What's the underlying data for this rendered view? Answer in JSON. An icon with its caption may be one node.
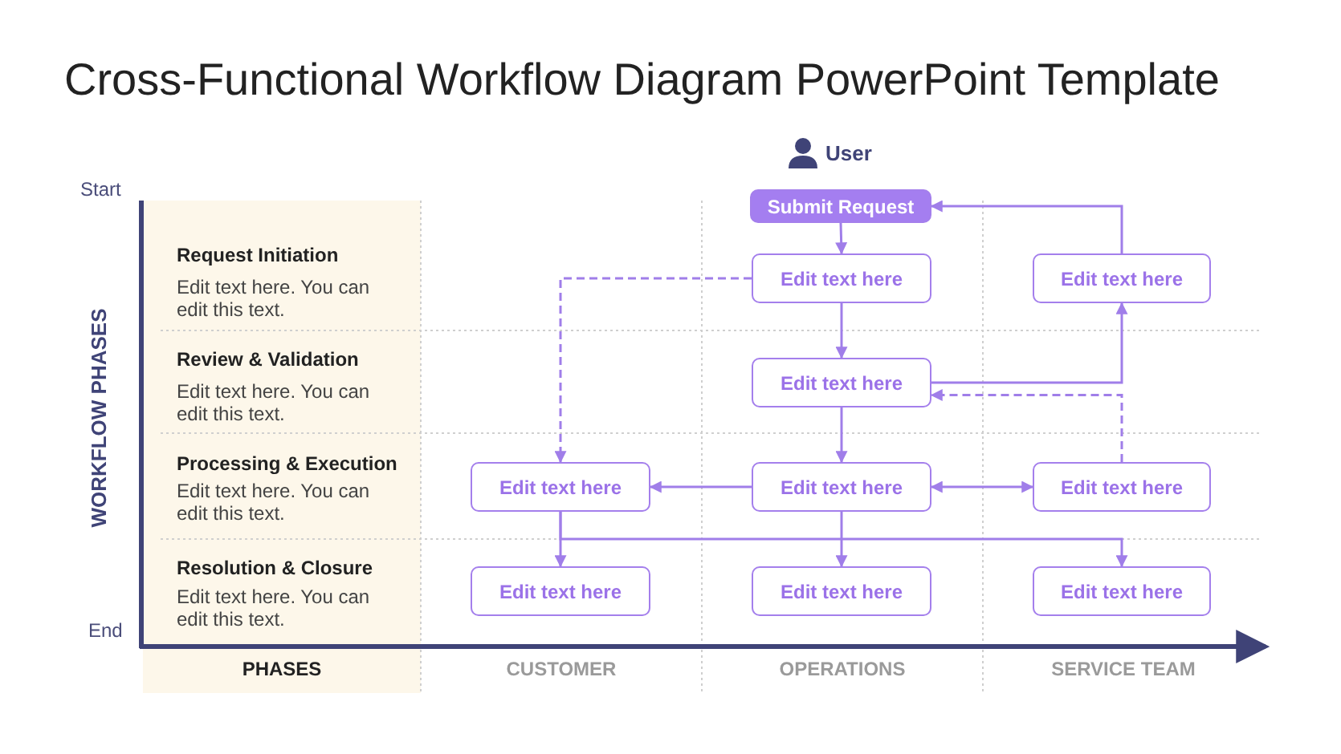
{
  "diagram": {
    "title": "Cross-Functional Workflow Diagram PowerPoint Template",
    "nodes": [
      {
        "text": [
          "Submit Request"
        ]
      },
      {
        "text": [
          "Edit text here"
        ]
      },
      {
        "text": [
          "Edit text here"
        ]
      },
      {
        "text": [
          "Edit text here"
        ]
      },
      {
        "text": [
          "Edit text here"
        ]
      },
      {
        "text": [
          "Edit text here"
        ]
      },
      {
        "text": [
          "Edit text here"
        ]
      },
      {
        "text": [
          "Edit text here"
        ]
      },
      {
        "text": [
          "Edit text here"
        ]
      },
      {
        "text": [
          "Edit text here"
        ]
      }
    ],
    "edges": [
      {
        "from": 0,
        "to": 1,
        "arrow": "to"
      },
      {
        "from": 1,
        "to": 4,
        "arrow": "to",
        "style": "dashed"
      },
      {
        "from": 1,
        "to": 3,
        "arrow": "to"
      },
      {
        "from": 3,
        "to": 2,
        "arrow": "to"
      },
      {
        "from": 2,
        "to": 0,
        "arrow": "to"
      },
      {
        "from": 6,
        "to": 3,
        "arrow": "to",
        "style": "dashed"
      },
      {
        "from": 3,
        "to": 5,
        "arrow": "to"
      },
      {
        "from": 5,
        "to": 4,
        "arrow": "to"
      },
      {
        "from": 5,
        "to": 6,
        "arrow": "both"
      },
      {
        "from": 4,
        "to": 7,
        "arrow": "to"
      },
      {
        "from": 4,
        "to": 9,
        "arrow": "to"
      },
      {
        "from": 5,
        "to": 8,
        "arrow": "to"
      }
    ],
    "labels": [
      "User",
      "Start",
      "WORKFLOW PHASES",
      "Request Initiation",
      "Edit text here. You can edit this text.",
      "Review & Validation",
      "Edit text here. You can edit this text.",
      "Processing & Execution",
      "Edit text here. You can edit this text.",
      "Resolution & Closure",
      "Edit text here. You can edit this text.",
      "End",
      "PHASES",
      "CUSTOMER",
      "OPERATIONS",
      "SERVICE TEAM"
    ]
  }
}
